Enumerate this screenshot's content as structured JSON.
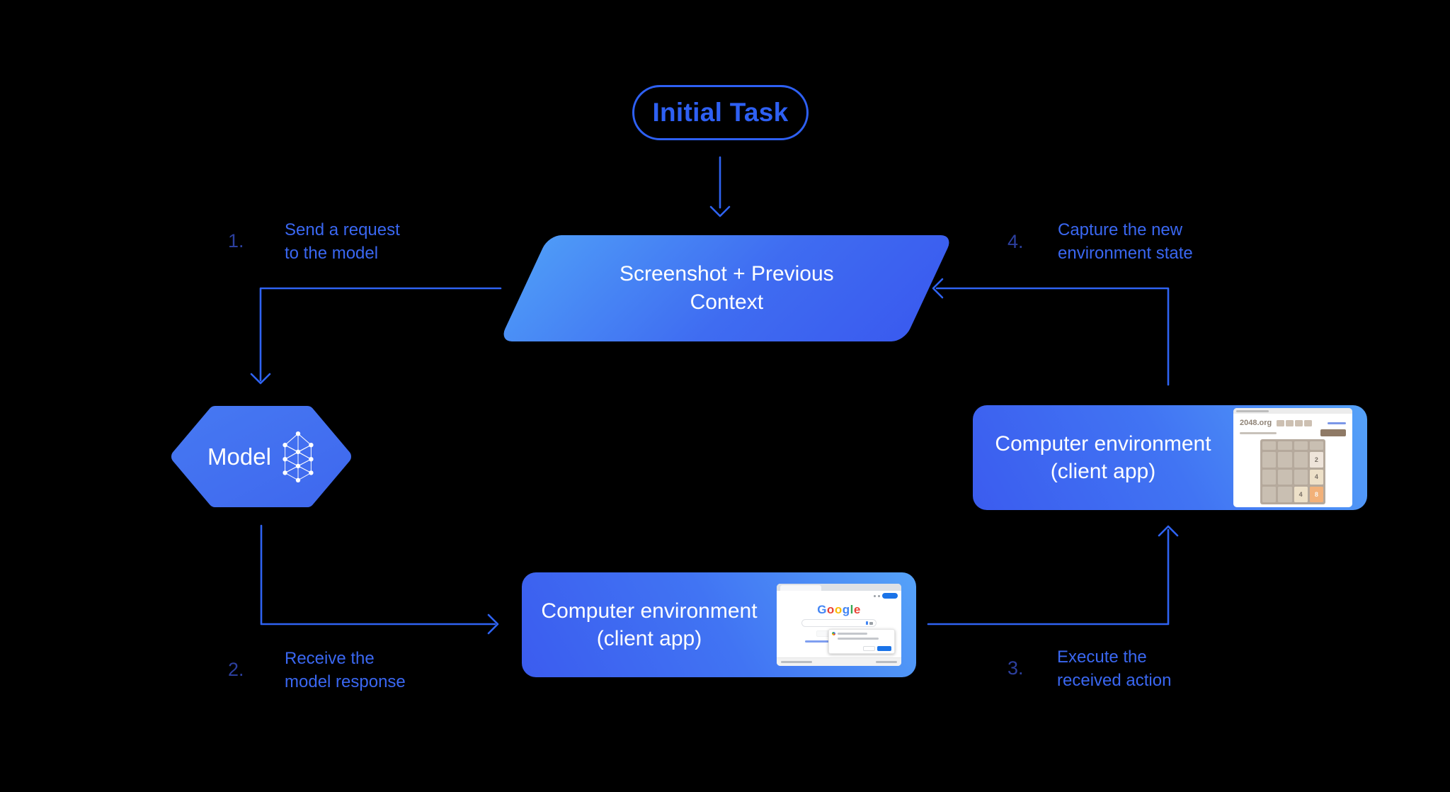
{
  "colors": {
    "background": "#000000",
    "accent_blue": "#2F63F2",
    "label_blue": "#3A67F1",
    "number_blue": "#2C3F9E",
    "shape_gradient_light": "#55A2F8",
    "shape_gradient_dark": "#3B5CEF",
    "node_text": "#FFFFFF"
  },
  "nodes": {
    "initial_task": {
      "label": "Initial Task"
    },
    "screenshot_context": {
      "line1": "Screenshot + Previous",
      "line2": "Context"
    },
    "model": {
      "label": "Model"
    },
    "env_bottom": {
      "line1": "Computer environment",
      "line2": "(client app)"
    },
    "env_right": {
      "line1": "Computer environment",
      "line2": "(client app)"
    }
  },
  "icons": {
    "model_icon": "neural-network-icon"
  },
  "steps": [
    {
      "num": "1.",
      "line1": "Send a request",
      "line2": "to the model"
    },
    {
      "num": "2.",
      "line1": "Receive the",
      "line2": "model response"
    },
    {
      "num": "3.",
      "line1": "Execute the",
      "line2": "received action"
    },
    {
      "num": "4.",
      "line1": "Capture the new",
      "line2": "environment state"
    }
  ],
  "google_thumb": {
    "logo": [
      {
        "ch": "G",
        "color": "#4285F4"
      },
      {
        "ch": "o",
        "color": "#EA4335"
      },
      {
        "ch": "o",
        "color": "#FBBC05"
      },
      {
        "ch": "g",
        "color": "#4285F4"
      },
      {
        "ch": "l",
        "color": "#34A853"
      },
      {
        "ch": "e",
        "color": "#EA4335"
      }
    ]
  },
  "game_thumb": {
    "title": "2048.org",
    "cells": [
      "",
      "",
      "",
      "",
      "",
      "",
      "",
      "2",
      "",
      "",
      "",
      "4",
      "",
      "",
      "4",
      "8"
    ],
    "tile_styles": {
      "2": {
        "bg": "#EEE4DA",
        "fg": "#776E65"
      },
      "4": {
        "bg": "#EDE0C8",
        "fg": "#776E65"
      },
      "8": {
        "bg": "#F2B179",
        "fg": "#F9F6F2"
      }
    }
  }
}
